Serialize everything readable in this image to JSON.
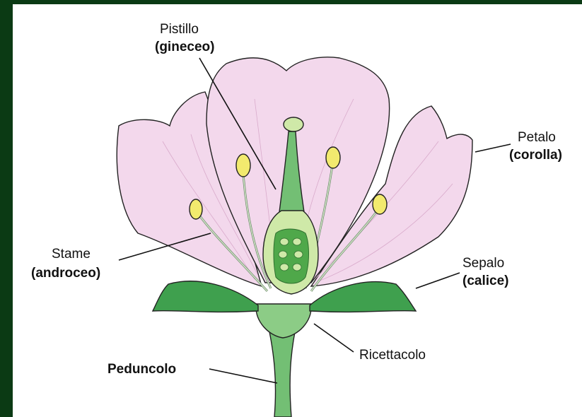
{
  "colors": {
    "background": "#0b3a14",
    "petal": "#f3d8ec",
    "petal_shadow": "#e4bcd8",
    "leaf": "#3fa04e",
    "stem": "#73bf74",
    "ovary": "#cfe9a8",
    "ovule": "#6dbb4c",
    "anther": "#f2ea6e"
  },
  "labels": {
    "pistil": {
      "line1": "Pistillo",
      "line2": "(gineceo)"
    },
    "petal": {
      "line1": "Petalo",
      "line2": "(corolla)"
    },
    "stamen": {
      "line1": "Stame",
      "line2": "(androceo)"
    },
    "sepal": {
      "line1": "Sepalo",
      "line2": "(calice)"
    },
    "receptacle": "Ricettacolo",
    "peduncle": "Peduncolo"
  }
}
